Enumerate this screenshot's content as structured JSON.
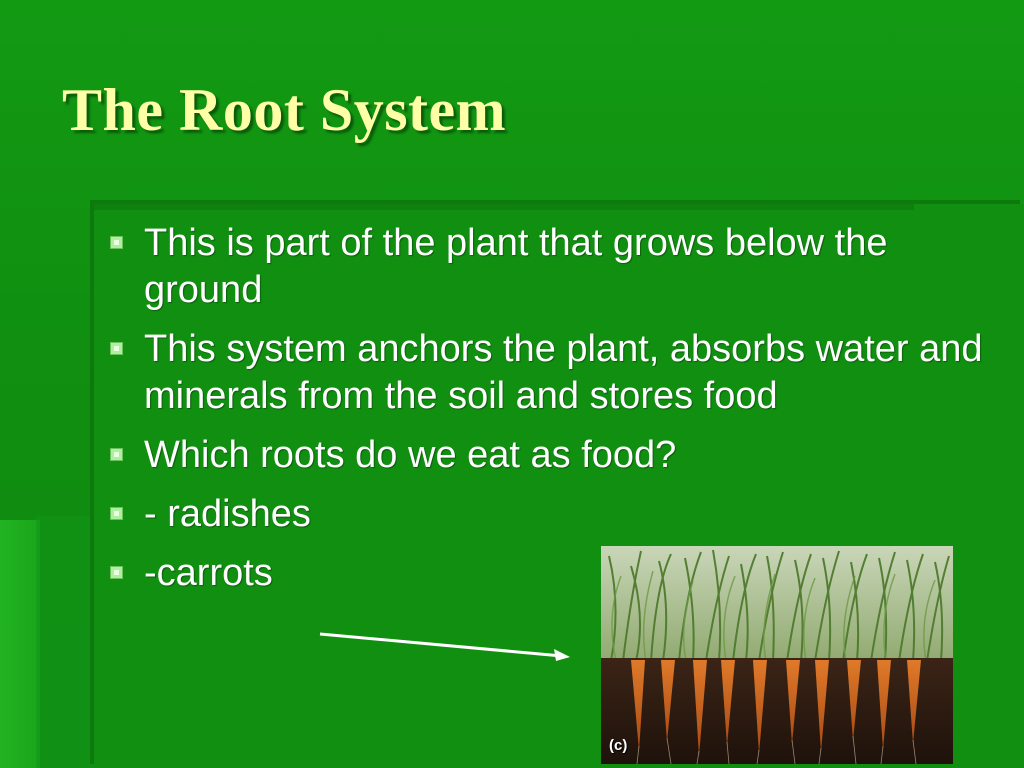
{
  "slide": {
    "title": "The Root System",
    "bullets": [
      "This is part of the plant that grows below the ground",
      "This system anchors the plant, absorbs water and minerals from the soil and stores food",
      "Which roots do we eat as food?",
      "- radishes",
      "-carrots"
    ],
    "image": {
      "subject": "carrots-growing-in-soil",
      "label": "(c)"
    }
  },
  "colors": {
    "background": "#109010",
    "title": "#ffffa8",
    "body_text": "#ffffff",
    "bullet_marker": "#aef0a0",
    "arrow": "#ffffff"
  }
}
